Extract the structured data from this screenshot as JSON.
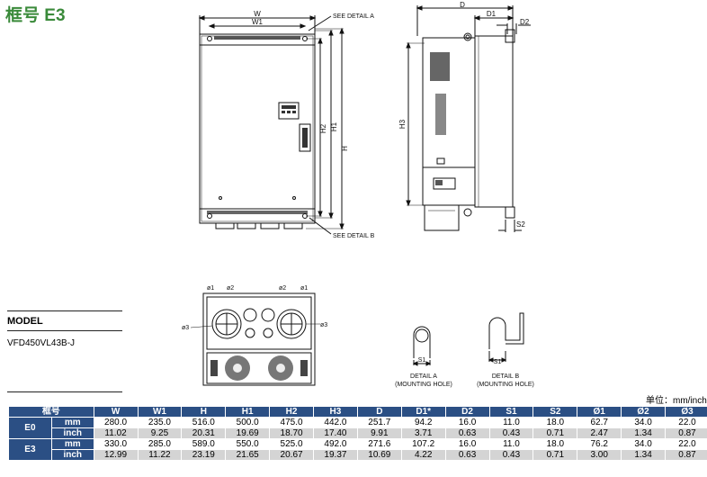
{
  "title": "框号 E3",
  "model": {
    "heading": "MODEL",
    "value": "VFD450VL43B-J"
  },
  "front_view": {
    "w": "W",
    "w1": "W1",
    "h": "H",
    "h1": "H1",
    "h2": "H2",
    "detail_a": "SEE DETAIL A",
    "detail_b": "SEE DETAIL B"
  },
  "side_view": {
    "d": "D",
    "d1": "D1",
    "d2": "D2",
    "h3": "H3",
    "s2": "S2"
  },
  "bottom_view": {
    "o1": "ø1",
    "o2": "ø2",
    "o3": "ø3"
  },
  "detail_a": {
    "s1": "S1",
    "label": "DETAIL A",
    "sublabel": "(MOUNTING HOLE)"
  },
  "detail_b": {
    "s1": "S1",
    "label": "DETAIL B",
    "sublabel": "(MOUNTING HOLE)"
  },
  "unit_label": "单位：mm/inch",
  "table": {
    "headers": [
      "框号",
      "W",
      "W1",
      "H",
      "H1",
      "H2",
      "H3",
      "D",
      "D1*",
      "D2",
      "S1",
      "S2",
      "Ø1",
      "Ø2",
      "Ø3"
    ],
    "rows": [
      {
        "frame": "E0",
        "unit": "mm",
        "values": [
          "280.0",
          "235.0",
          "516.0",
          "500.0",
          "475.0",
          "442.0",
          "251.7",
          "94.2",
          "16.0",
          "11.0",
          "18.0",
          "62.7",
          "34.0",
          "22.0"
        ]
      },
      {
        "frame": "",
        "unit": "inch",
        "values": [
          "11.02",
          "9.25",
          "20.31",
          "19.69",
          "18.70",
          "17.40",
          "9.91",
          "3.71",
          "0.63",
          "0.43",
          "0.71",
          "2.47",
          "1.34",
          "0.87"
        ]
      },
      {
        "frame": "E3",
        "unit": "mm",
        "values": [
          "330.0",
          "285.0",
          "589.0",
          "550.0",
          "525.0",
          "492.0",
          "271.6",
          "107.2",
          "16.0",
          "11.0",
          "18.0",
          "76.2",
          "34.0",
          "22.0"
        ]
      },
      {
        "frame": "",
        "unit": "inch",
        "values": [
          "12.99",
          "11.22",
          "23.19",
          "21.65",
          "20.67",
          "19.37",
          "10.69",
          "4.22",
          "0.63",
          "0.43",
          "0.71",
          "3.00",
          "1.34",
          "0.87"
        ]
      }
    ]
  }
}
